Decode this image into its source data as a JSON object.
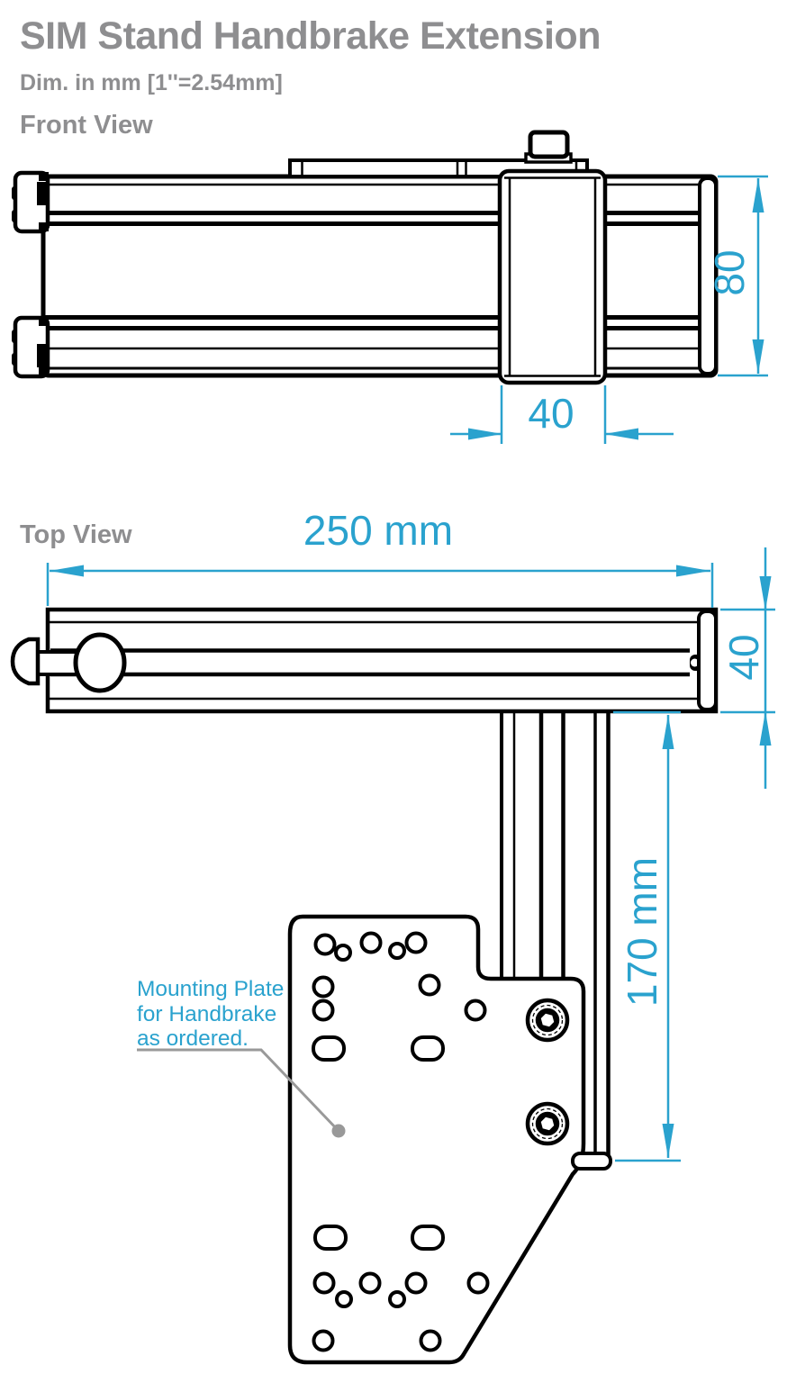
{
  "page": {
    "title": "SIM Stand Handbrake Extension",
    "subtitle": "Dim. in mm [1''=2.54mm]"
  },
  "front_view": {
    "label": "Front View",
    "height_dim": "80",
    "slider_width_dim": "40"
  },
  "top_view": {
    "label": "Top View",
    "length_dim": "250 mm",
    "width_dim": "40",
    "extension_length_dim": "170 mm"
  },
  "annotation": {
    "line1": "Mounting Plate",
    "line2": "for Handbrake",
    "line3": "as ordered."
  },
  "colors": {
    "dimension": "#2AA2CE",
    "outline": "#000000",
    "label_gray": "#8E8E90",
    "leader_gray": "#999999"
  }
}
